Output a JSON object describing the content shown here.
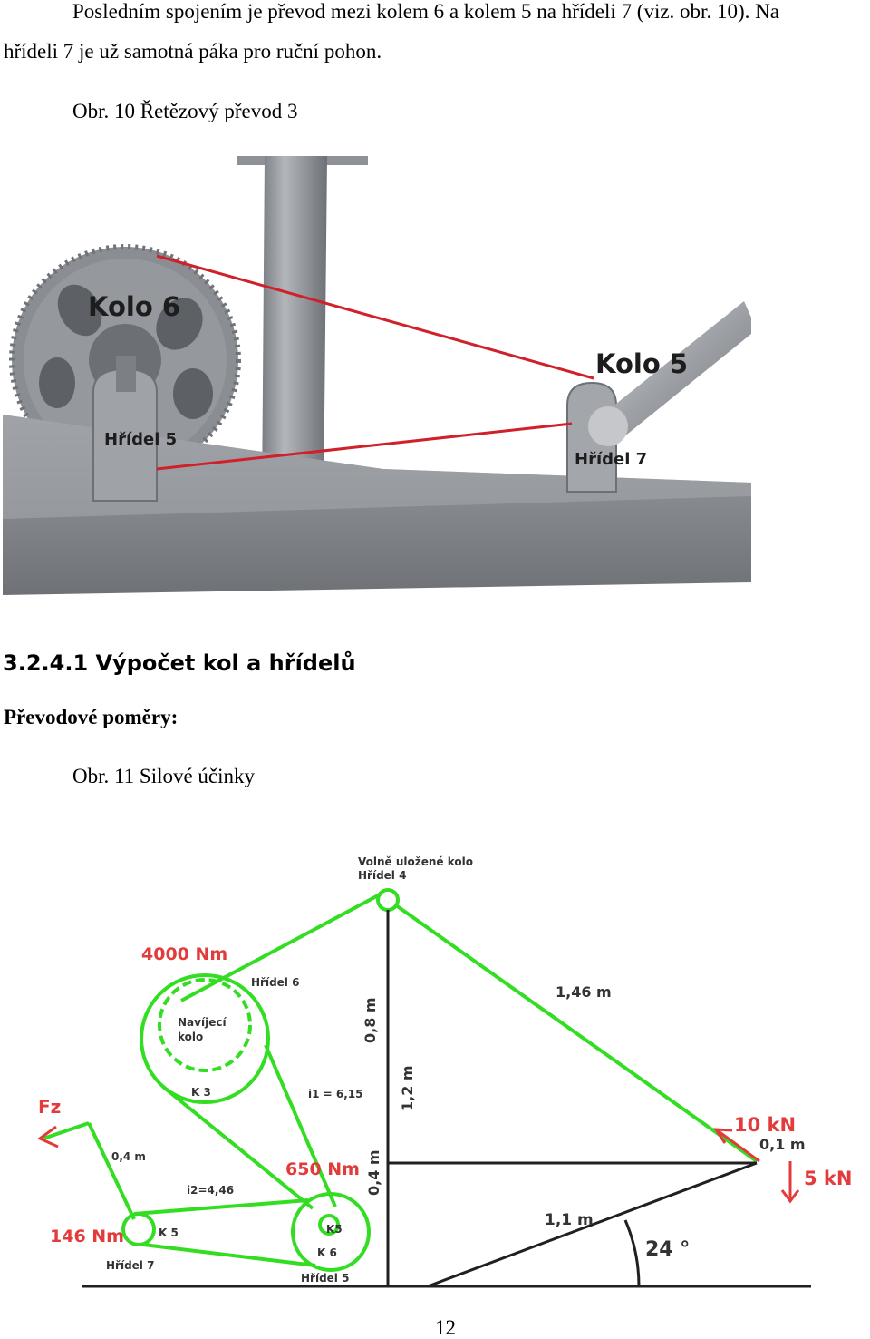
{
  "intro": {
    "line1": "Posledním spojením je převod mezi kolem 6 a kolem 5 na hřídeli 7 (viz. obr. 10). Na",
    "line2": "hřídeli 7 je už samotná páka pro ruční pohon."
  },
  "figure10": {
    "caption": "Obr. 10 Řetězový převod 3",
    "labels": {
      "kolo6": "Kolo 6",
      "kolo5": "Kolo 5",
      "hridel5": "Hřídel 5",
      "hridel7": "Hřídel 7"
    },
    "colors": {
      "chain": "#d0202a",
      "metal": "#8c8f94",
      "frame": "#7d8085"
    }
  },
  "section": {
    "heading": "3.2.4.1 Výpočet kol a hřídelů",
    "subheading": "Převodové poměry:"
  },
  "figure11": {
    "caption": "Obr. 11 Silové účinky",
    "labels": {
      "free_wheel": "Volně uložené kolo",
      "hridel4": "Hřídel 4",
      "torque_4000": "4000 Nm",
      "hridel6": "Hřídel 6",
      "navijeci_1": "Navíjecí",
      "navijeci_2": "kolo",
      "k3": "K 3",
      "i1": "i1 = 6,15",
      "len_08": "0,8 m",
      "len_12": "1,2 m",
      "len_146": "1,46 m",
      "force_10": "10 kN",
      "len_01": "0,1 m",
      "force_5": "5 kN",
      "fz": "Fz",
      "len_04_left": "0,4 m",
      "torque_650": "650 Nm",
      "len_04_vert": "0,4 m",
      "i2": "i2=4,46",
      "torque_146": "146 Nm",
      "k5_left": "K 5",
      "k5_right": "K5",
      "k6": "K 6",
      "hridel7": "Hřídel 7",
      "hridel5": "Hřídel 5",
      "len_11": "1,1 m",
      "angle_24": "24 °"
    },
    "colors": {
      "line": "#33dd22",
      "label_red": "#e33b3b",
      "dark": "#202020"
    }
  },
  "page_number": "12"
}
